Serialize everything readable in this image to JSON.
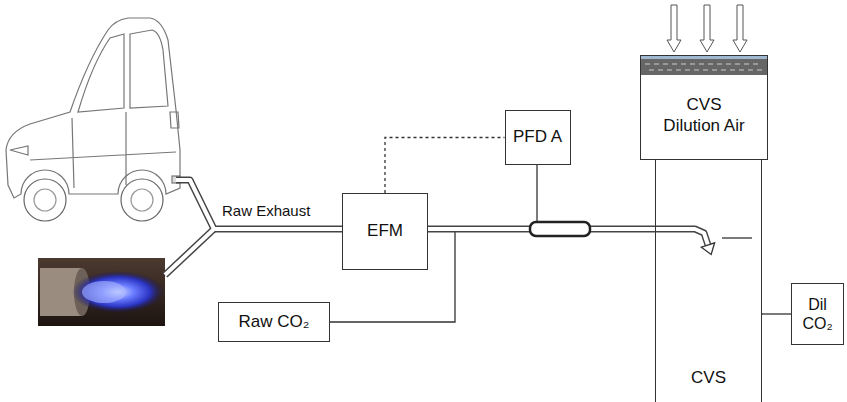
{
  "diagram": {
    "nodes": [
      {
        "text": [
          "CVS Dilution Air"
        ]
      },
      {
        "text": [
          "PFD A"
        ]
      },
      {
        "text": [
          "EFM"
        ]
      },
      {
        "text": [
          "Raw CO₂"
        ]
      },
      {
        "text": [
          "CVS"
        ]
      },
      {
        "text": [
          "Dil CO₂"
        ]
      }
    ],
    "edges": [
      {
        "from": 2,
        "to": 1,
        "arrow": "none"
      },
      {
        "from": 2,
        "to": 3,
        "arrow": "none"
      },
      {
        "from": 2,
        "to": 4,
        "arrow": "to"
      },
      {
        "from": 4,
        "to": 5,
        "arrow": "none"
      }
    ],
    "labels": [
      "Raw Exhaust"
    ]
  }
}
